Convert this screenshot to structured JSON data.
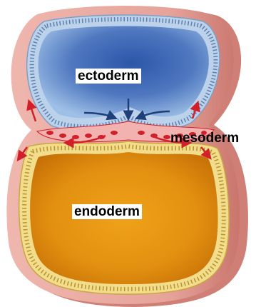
{
  "labels": {
    "ectoderm": "ectoderm",
    "mesoderm": "mesoderm",
    "endoderm": "endoderm"
  },
  "colors": {
    "outer_wall": "#e6a39a",
    "outer_wall_dark": "#d27d72",
    "ectoderm_cavity": "#5b85c8",
    "ectoderm_cells": "#bcd2ea",
    "mesoderm_cells": "#d1202a",
    "endoderm_cavity": "#e69a12",
    "endoderm_cells": "#f1dd8c"
  }
}
